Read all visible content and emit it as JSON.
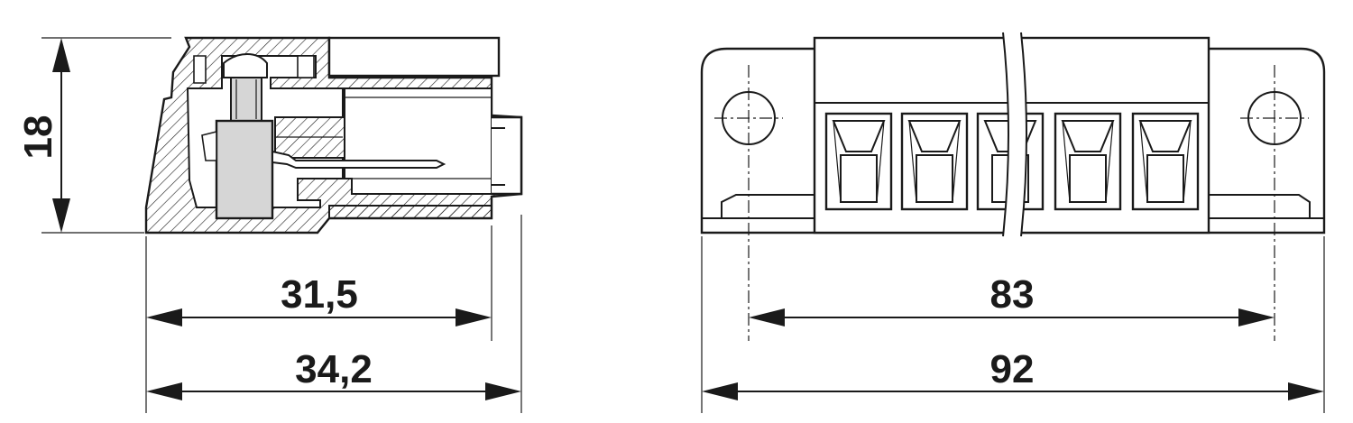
{
  "side_view": {
    "height_dim": "18",
    "inner_length_dim": "31,5",
    "outer_length_dim": "34,2"
  },
  "front_view": {
    "pitch_span_dim": "83",
    "overall_width_dim": "92"
  },
  "colors": {
    "line": "#1a1a1a",
    "contact_fill": "#d6d6d6",
    "background": "#ffffff"
  }
}
